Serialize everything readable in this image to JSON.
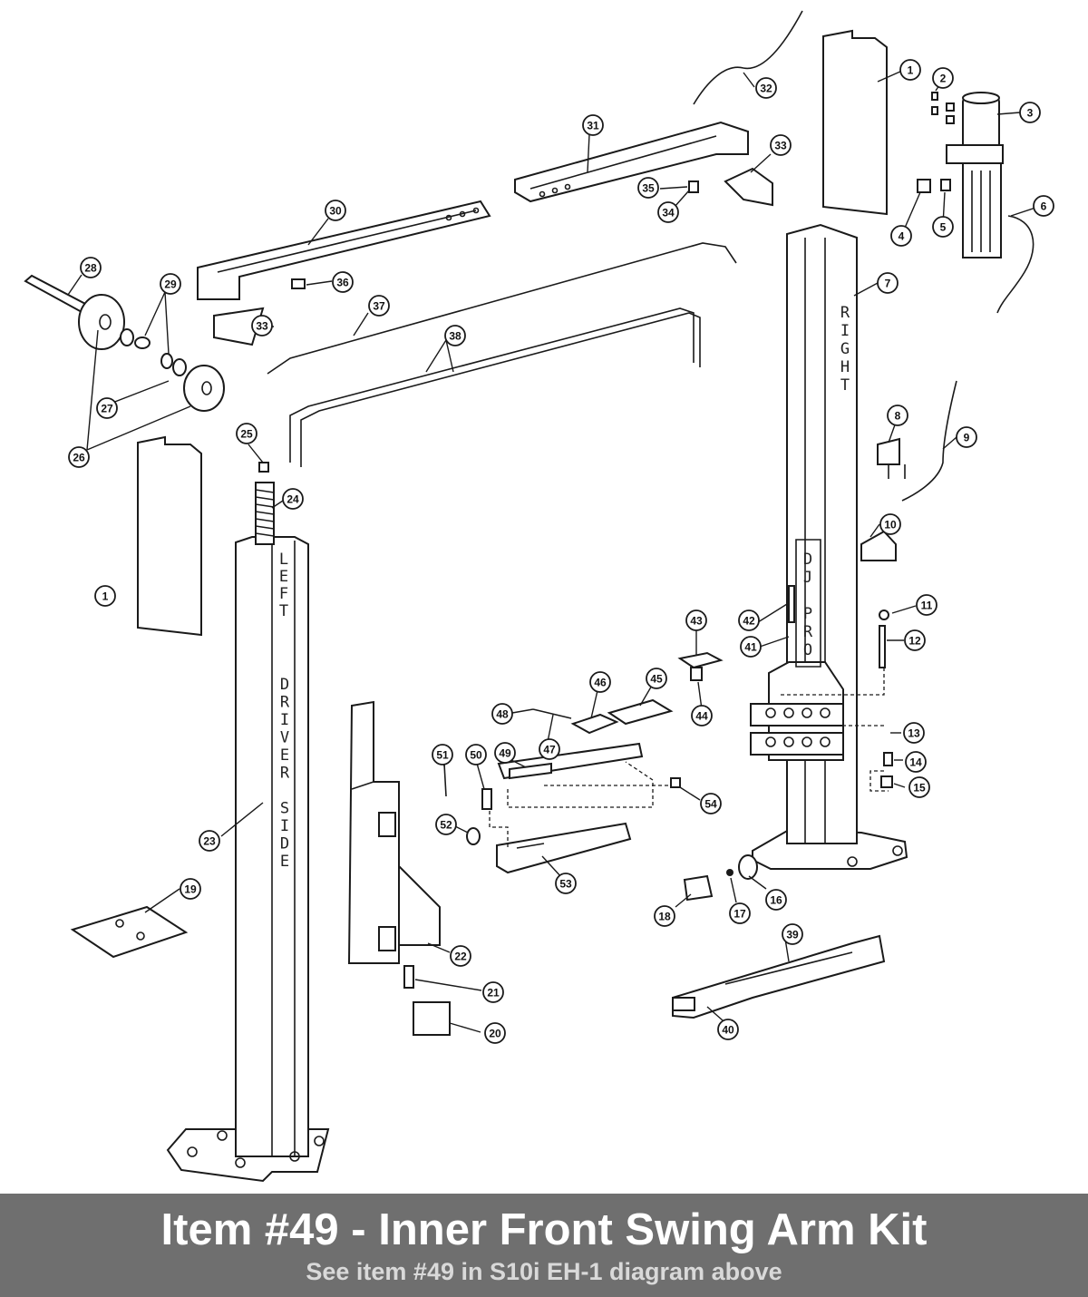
{
  "banner": {
    "title": "Item #49 - Inner Front Swing Arm Kit",
    "subtitle": "See item #49 in S10i EH-1 diagram above"
  },
  "column_labels": {
    "right": "RIGHT",
    "left": "LEFT",
    "driver_side": "DRIVER SIDE",
    "brand": "DJ PRO"
  },
  "callouts": [
    "1",
    "2",
    "3",
    "4",
    "5",
    "6",
    "7",
    "8",
    "9",
    "10",
    "11",
    "12",
    "13",
    "14",
    "15",
    "16",
    "17",
    "18",
    "19",
    "20",
    "21",
    "22",
    "23",
    "24",
    "25",
    "26",
    "27",
    "28",
    "29",
    "30",
    "31",
    "32",
    "33",
    "34",
    "35",
    "36",
    "37",
    "38",
    "39",
    "40",
    "41",
    "42",
    "43",
    "44",
    "45",
    "46",
    "47",
    "48",
    "49",
    "50",
    "51",
    "52",
    "53",
    "54"
  ]
}
